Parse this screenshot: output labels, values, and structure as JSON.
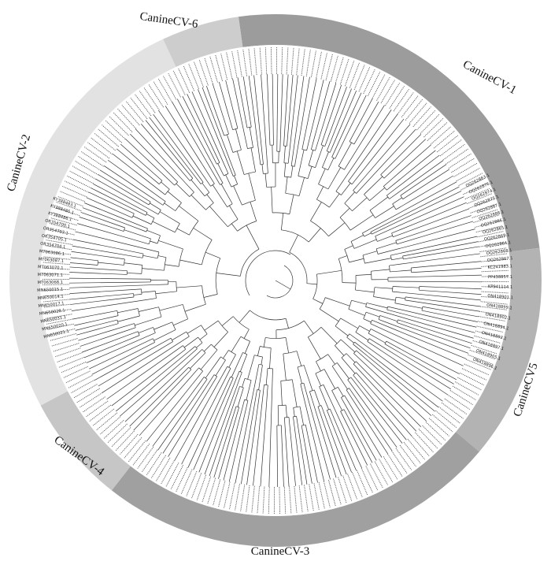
{
  "clades": [
    {
      "name": "CanineCV-1",
      "shade": "#9c9c9c"
    },
    {
      "name": "CanineCV5",
      "shade": "#b3b3b3"
    },
    {
      "name": "CanineCV-3",
      "shade": "#a0a0a0"
    },
    {
      "name": "CanineCV-4",
      "shade": "#c6c6c6"
    },
    {
      "name": "CanineCV-2",
      "shade": "#e2e2e2"
    },
    {
      "name": "CanineCV-6",
      "shade": "#cdcdcd"
    }
  ],
  "readable_leaf_labels": {
    "CanineCV-1": [
      "KC241983.1",
      "OQ262867.1",
      "OQ262868.1",
      "OQ262864.1",
      "OQ262869.1",
      "OQ262865.1",
      "OQ262866.1",
      "OQ262888.1",
      "OQ262887.1",
      "OQ262875.1",
      "OQ262874.1",
      "OQ262876.1",
      "OQ262863.1"
    ],
    "CanineCV5": [
      "PP438857.1",
      "KP941114.1",
      "ON418901.1",
      "ON418899.1",
      "ON418902.1",
      "ON418894.1",
      "ON418893.1",
      "ON418897.1",
      "ON418905.1",
      "ON418896.1"
    ],
    "CanineCV-2": [
      "MN650021.1",
      "MN650020.1",
      "MN650031.1",
      "MN650028.1",
      "MN650017.1",
      "MN650014.1",
      "MN650015.1",
      "MT063068.1",
      "MT063071.1",
      "MT063070.1",
      "MT063087.1",
      "MT063086.1",
      "OR354704.1",
      "OR354705.1",
      "OR354703.1",
      "OR354700.1",
      "KY388486.1",
      "KY388485.1",
      "KY388483.1"
    ]
  }
}
